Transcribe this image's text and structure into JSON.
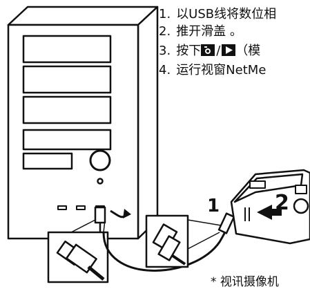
{
  "instructions": {
    "steps": [
      {
        "number": "1.",
        "text": "以USB线将数位相"
      },
      {
        "number": "2.",
        "text": "推开滑盖 。"
      },
      {
        "number": "3.",
        "text_before": "按下",
        "slash": "/",
        "text_after": "（模"
      },
      {
        "number": "4.",
        "text": "运行视窗NetMe"
      }
    ],
    "footnote": "*  视讯摄像机"
  },
  "illustration": {
    "callout_1": "1",
    "callout_2": "2",
    "icons": [
      "computer-tower-icon",
      "usb-plug-icon",
      "camera-icon",
      "camera-mode-icon",
      "play-mode-icon"
    ]
  }
}
